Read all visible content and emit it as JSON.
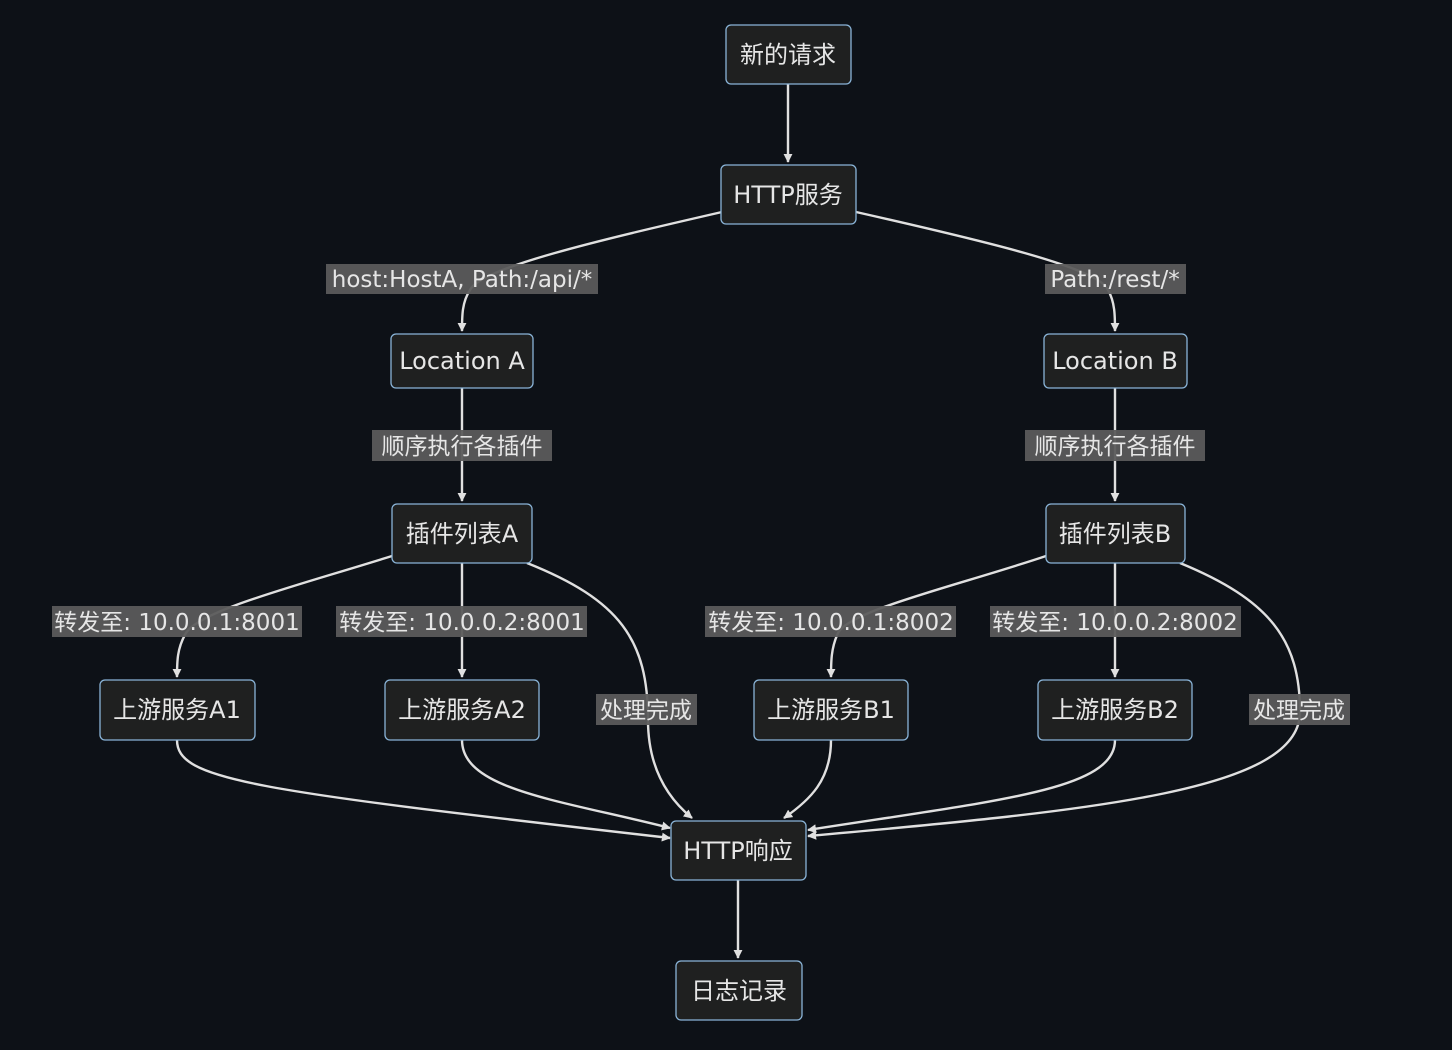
{
  "colors": {
    "background": "#0d1117",
    "node_fill": "#1f2020",
    "node_border": "#8ab4d8",
    "edge": "#e0e0e0",
    "label_bg": "#5b5b5b",
    "text": "#e6e6e6"
  },
  "nodes": {
    "new_request": "新的请求",
    "http_service": "HTTP服务",
    "location_a": "Location A",
    "location_b": "Location B",
    "plugins_a": "插件列表A",
    "plugins_b": "插件列表B",
    "upstream_a1": "上游服务A1",
    "upstream_a2": "上游服务A2",
    "upstream_b1": "上游服务B1",
    "upstream_b2": "上游服务B2",
    "http_response": "HTTP响应",
    "log": "日志记录"
  },
  "edge_labels": {
    "route_a": "host:HostA, Path:/api/*",
    "route_b": "Path:/rest/*",
    "exec_a": "顺序执行各插件",
    "exec_b": "顺序执行各插件",
    "fwd_a1": "转发至: 10.0.0.1:8001",
    "fwd_a2": "转发至: 10.0.0.2:8001",
    "fwd_b1": "转发至: 10.0.0.1:8002",
    "fwd_b2": "转发至: 10.0.0.2:8002",
    "done_a": "处理完成",
    "done_b": "处理完成"
  }
}
